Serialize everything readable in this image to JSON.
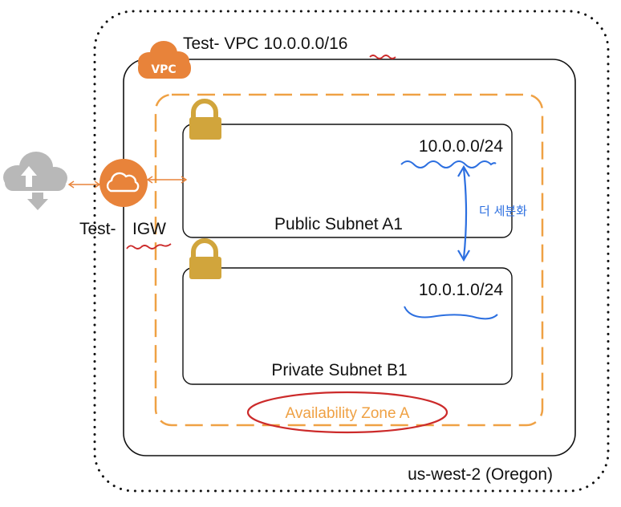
{
  "vpc": {
    "title": "Test- VPC 10.0.0.0/16",
    "badge": "VPC"
  },
  "igw": {
    "prefix": "Test-",
    "name": "IGW"
  },
  "region": {
    "label": "us-west-2 (Oregon)"
  },
  "availability_zone": {
    "label": "Availability Zone A"
  },
  "subnets": [
    {
      "name": "Public Subnet A1",
      "cidr": "10.0.0.0/24"
    },
    {
      "name": "Private Subnet B1",
      "cidr": "10.0.1.0/24"
    }
  ],
  "annotation": {
    "text": "더 세분화"
  },
  "icons": {
    "internet": "cloud-upload-download-icon",
    "igw": "cloud-gateway-icon",
    "vpc": "vpc-cloud-badge-icon",
    "lock": "padlock-icon"
  },
  "colors": {
    "aws_orange": "#E8833A",
    "az_dash": "#EFA144",
    "lock_gold": "#D1A53C",
    "annotation_blue": "#2C6FE0",
    "annotation_red": "#CC2A2A",
    "cloud_gray": "#B8B8B8",
    "border_black": "#111111"
  }
}
